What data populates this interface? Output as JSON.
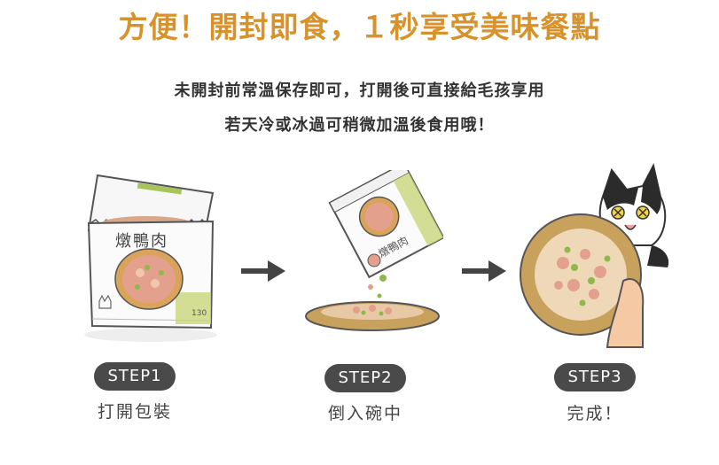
{
  "headline": "方便！開封即食，１秒享受美味餐點",
  "description": {
    "line1": "未開封前常溫保存即可，打開後可直接給毛孩享用",
    "line2": "若天冷或冰過可稍微加溫後食用哦！"
  },
  "package_label": "燉鴨肉",
  "steps": [
    {
      "badge": "STEP1",
      "caption": "打開包裝"
    },
    {
      "badge": "STEP2",
      "caption": "倒入碗中"
    },
    {
      "badge": "STEP3",
      "caption": "完成！"
    }
  ],
  "colors": {
    "headline": "#d8922c",
    "badge": "#4a4a4a",
    "bowl": "#c8a15c",
    "accent_green": "#a9c45a"
  }
}
